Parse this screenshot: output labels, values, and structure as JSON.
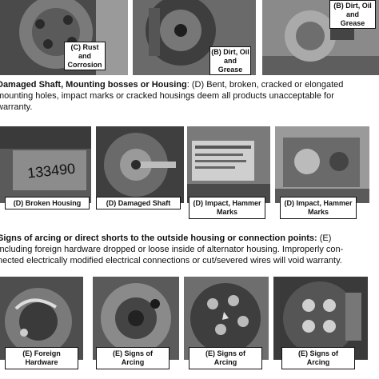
{
  "row1": {
    "caption_c": [
      "(C) Rust",
      "and",
      "Corrosion"
    ],
    "caption_b1": [
      "(B) Dirt, Oil",
      "and",
      "Grease"
    ],
    "caption_b2": [
      "(B) Dirt, Oil",
      "and",
      "Grease"
    ]
  },
  "section_d": {
    "heading": "Damaged Shaft, Mounting bosses or Housing",
    "line1": ": (D) Bent, broken, cracked or elongated",
    "line2": "mounting holes, impact marks or cracked housings deem all products unacceptable for",
    "line3": "warranty."
  },
  "row2": {
    "captions": [
      [
        "(D) Broken Housing"
      ],
      [
        "(D) Damaged Shaft"
      ],
      [
        "(D) Impact, Hammer",
        "Marks"
      ],
      [
        "(D) Impact, Hammer",
        "Marks"
      ]
    ],
    "photo_text": "133490"
  },
  "section_e": {
    "heading": "Signs of arcing or direct shorts to the outside housing or connection points:",
    "line1_tail": " (E)",
    "line2": "including foreign hardware dropped or loose inside of alternator housing. Improperly con-",
    "line3": "nected electrically modified electrical connections or cut/severed wires will void warranty."
  },
  "row3": {
    "captions": [
      [
        "(E) Foreign",
        "Hardware"
      ],
      [
        "(E) Signs of",
        "Arcing"
      ],
      [
        "(E) Signs of",
        "Arcing"
      ],
      [
        "(E) Signs of",
        "Arcing"
      ]
    ]
  }
}
